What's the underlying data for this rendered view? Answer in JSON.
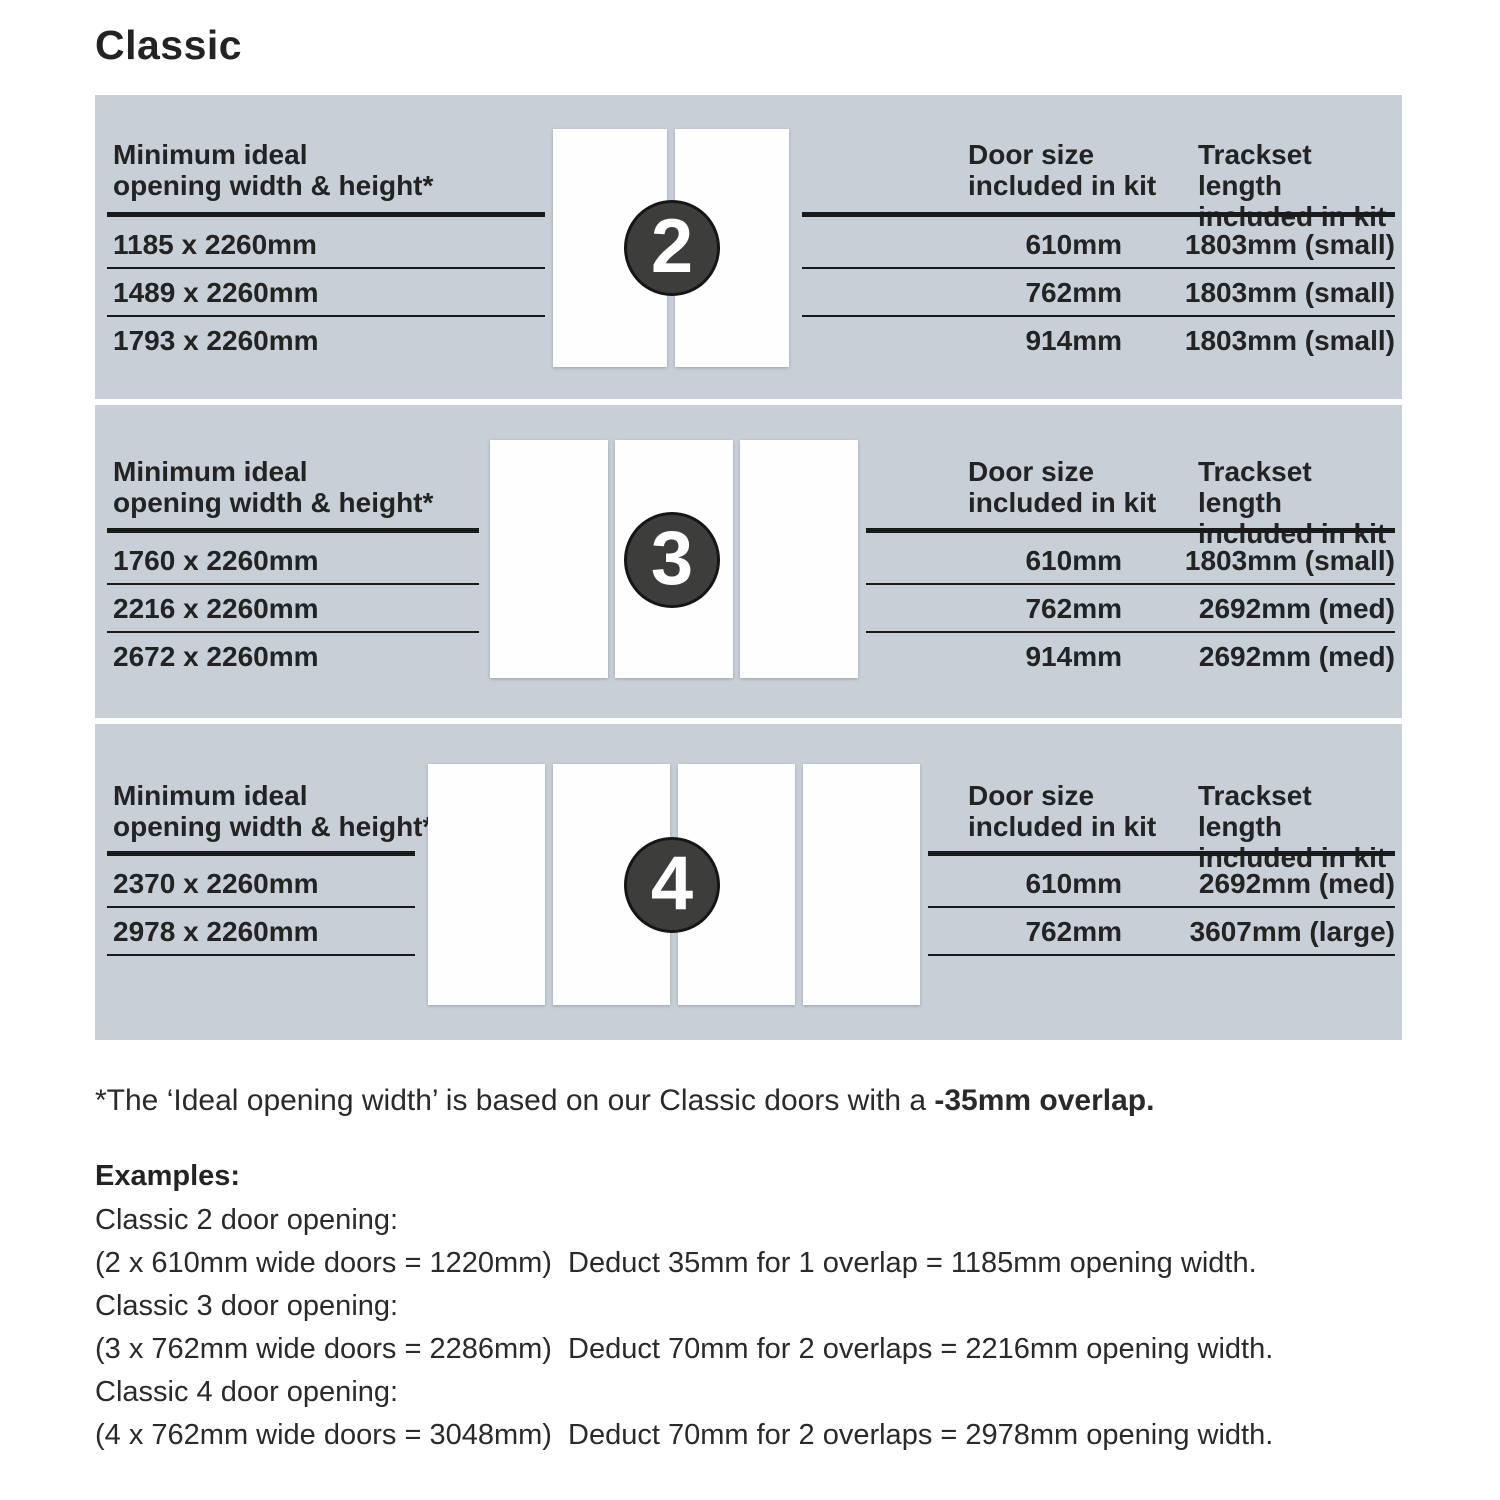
{
  "title": "Classic",
  "colors": {
    "panel_bg": "#c8cfd7",
    "text": "#232323",
    "divider": "#1a1a1a",
    "badge_bg": "#3d3d3b",
    "badge_text": "#ffffff",
    "door_fill": "#fefefe"
  },
  "headers": {
    "opening": "Minimum ideal\nopening width & height*",
    "door": "Door size\nincluded in kit",
    "track": "Trackset length\nincluded in kit"
  },
  "panels": [
    {
      "count": "2",
      "rows": [
        {
          "opening": "1185 x 2260mm",
          "door": "610mm",
          "track": "1803mm (small)"
        },
        {
          "opening": "1489 x 2260mm",
          "door": "762mm",
          "track": "1803mm (small)"
        },
        {
          "opening": "1793 x 2260mm",
          "door": "914mm",
          "track": "1803mm (small)"
        }
      ]
    },
    {
      "count": "3",
      "rows": [
        {
          "opening": "1760 x 2260mm",
          "door": "610mm",
          "track": "1803mm (small)"
        },
        {
          "opening": "2216 x 2260mm",
          "door": "762mm",
          "track": "2692mm (med)"
        },
        {
          "opening": "2672 x 2260mm",
          "door": "914mm",
          "track": "2692mm (med)"
        }
      ]
    },
    {
      "count": "4",
      "rows": [
        {
          "opening": "2370 x 2260mm",
          "door": "610mm",
          "track": "2692mm (med)"
        },
        {
          "opening": "2978 x 2260mm",
          "door": "762mm",
          "track": "3607mm (large)"
        }
      ]
    }
  ],
  "footnote": {
    "text": "*The ‘Ideal opening width’ is based on our Classic doors with a ",
    "bold": "-35mm overlap."
  },
  "examples": {
    "heading": "Examples:",
    "lines": [
      "Classic 2 door opening:",
      "(2 x 610mm wide doors = 1220mm)  Deduct 35mm for 1 overlap = 1185mm opening width.",
      "Classic 3 door opening:",
      "(3 x 762mm wide doors = 2286mm)  Deduct 70mm for 2 overlaps = 2216mm opening width.",
      "Classic 4 door opening:",
      "(4 x 762mm wide doors = 3048mm)  Deduct 70mm for 2 overlaps = 2978mm opening width."
    ]
  }
}
